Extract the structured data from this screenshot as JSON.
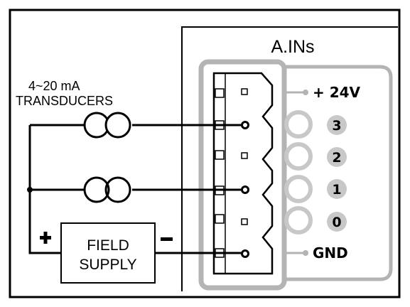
{
  "module_title": "A.INs",
  "transducer_label": {
    "line1": "4~20 mA",
    "line2": "TRANSDUCERS"
  },
  "field_supply": {
    "line1": "FIELD",
    "line2": "SUPPLY",
    "plus": "+",
    "minus": "−"
  },
  "terminals": [
    {
      "id": "24v",
      "label": "+ 24V",
      "kind": "power"
    },
    {
      "id": "3",
      "label": "3",
      "kind": "channel"
    },
    {
      "id": "2",
      "label": "2",
      "kind": "channel"
    },
    {
      "id": "1",
      "label": "1",
      "kind": "channel"
    },
    {
      "id": "0",
      "label": "0",
      "kind": "channel"
    },
    {
      "id": "gnd",
      "label": "GND",
      "kind": "power"
    }
  ],
  "colors": {
    "frame": "#000000",
    "connector": "#b4b4b4",
    "pin_fill": "#c8c8c8",
    "wire": "#000000",
    "background": "#ffffff"
  }
}
